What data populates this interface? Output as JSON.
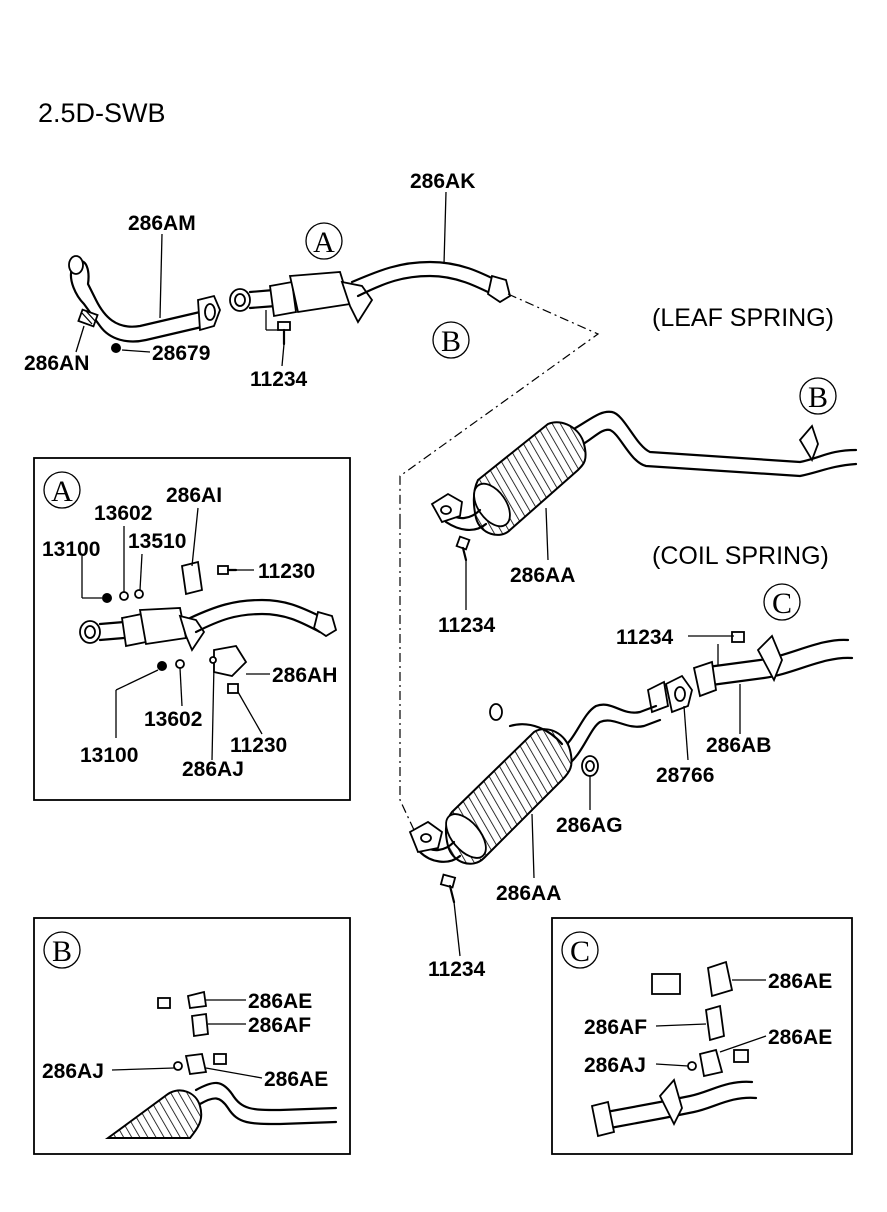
{
  "title": "2.5D-SWB",
  "notes": {
    "leaf_spring": "(LEAF SPRING)",
    "coil_spring": "(COIL SPRING)"
  },
  "callouts": {
    "a": "A",
    "b": "B",
    "c": "C"
  },
  "labels": {
    "p286AK": "286AK",
    "p286AM": "286AM",
    "p286AN": "286AN",
    "p28679": "28679",
    "p11234_top": "11234",
    "p11234_leaf": "11234",
    "p286AA_leaf": "286AA",
    "p11234_coil_top": "11234",
    "p286AB": "286AB",
    "p28766": "28766",
    "p286AG": "286AG",
    "p286AA_coil": "286AA",
    "p11234_coil_bottom": "11234"
  },
  "detail_a": {
    "p13602_top": "13602",
    "p286AI": "286AI",
    "p13510": "13510",
    "p13100_top": "13100",
    "p11230_top": "11230",
    "p286AH": "286AH",
    "p13602_bottom": "13602",
    "p11230_bottom": "11230",
    "p13100_bottom": "13100",
    "p286AJ": "286AJ"
  },
  "detail_b": {
    "p286AE_top": "286AE",
    "p286AF": "286AF",
    "p286AJ": "286AJ",
    "p286AE_bottom": "286AE"
  },
  "detail_c": {
    "p286AE_top": "286AE",
    "p286AF": "286AF",
    "p286AE_bottom": "286AE",
    "p286AJ": "286AJ"
  }
}
